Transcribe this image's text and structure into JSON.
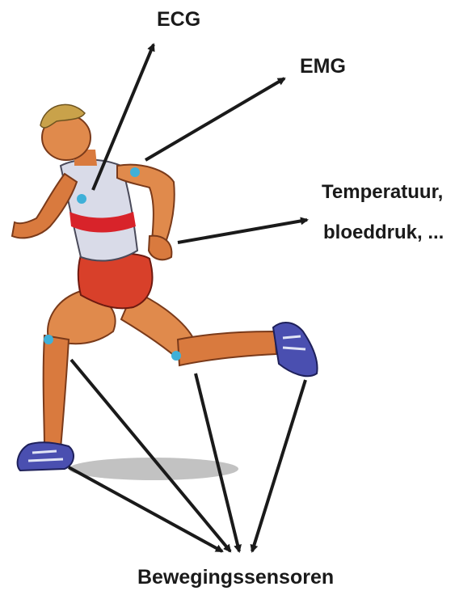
{
  "labels": {
    "ecg": "ECG",
    "emg": "EMG",
    "temperature_line1": "Temperatuur,",
    "temperature_line2": "bloeddruk, ...",
    "motion_sensors": "Bewegingssensoren"
  },
  "colors": {
    "sensor_dot": "#3fb0d8",
    "arrow": "#1a1a1a",
    "skin": "#e08a4c",
    "shirt": "#d9dbe8",
    "shirt_stripe": "#d8232a",
    "shorts": "#d8402a",
    "hair": "#c9a24a",
    "shoe": "#4a4fb0"
  },
  "icons": [
    "runner-figure",
    "sensor-dot",
    "arrow"
  ]
}
